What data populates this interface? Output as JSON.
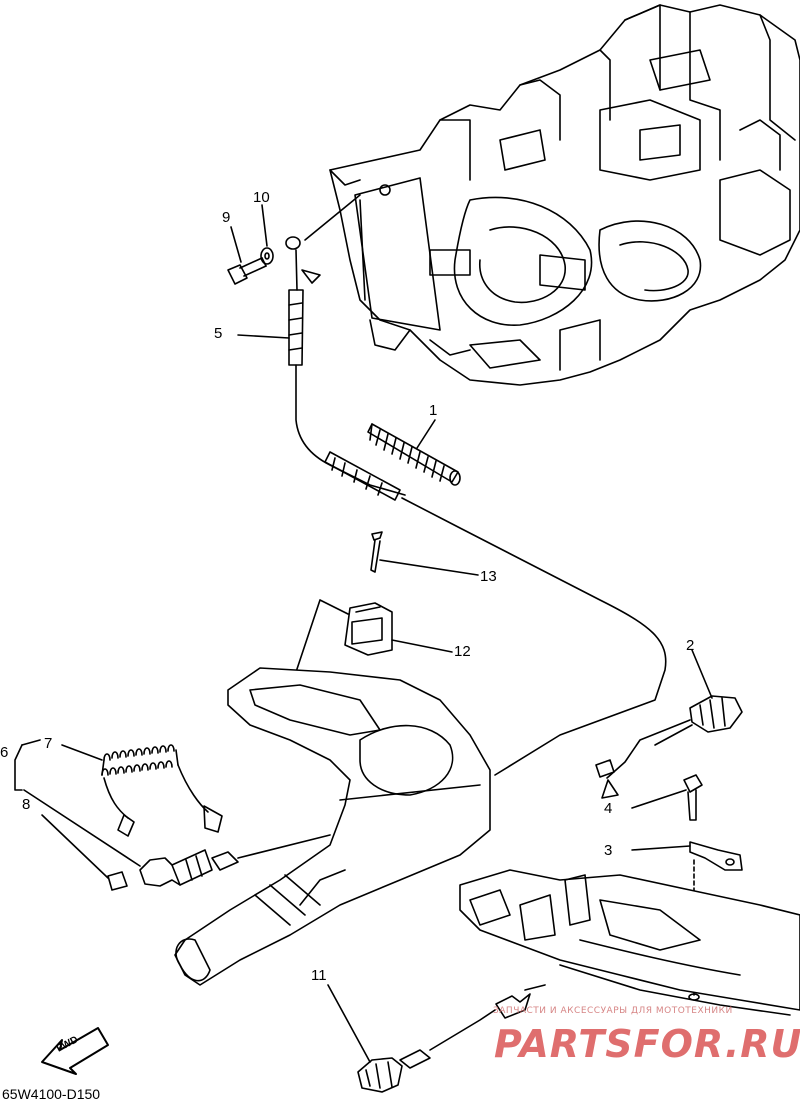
{
  "figure_code": "65W4100-D150",
  "direction_label": "FWD",
  "watermark": {
    "small": "ЗАПЧАСТИ И АКСЕССУАРЫ ДЛЯ МОТОТЕХНИКИ",
    "brand": "PARTSFOR.RU"
  },
  "callouts": {
    "c1": "1",
    "c2": "2",
    "c3": "3",
    "c4": "4",
    "c5": "5",
    "c6": "6",
    "c7": "7",
    "c8": "8",
    "c9": "9",
    "c10": "10",
    "c11": "11",
    "c12": "12",
    "c13": "13"
  }
}
